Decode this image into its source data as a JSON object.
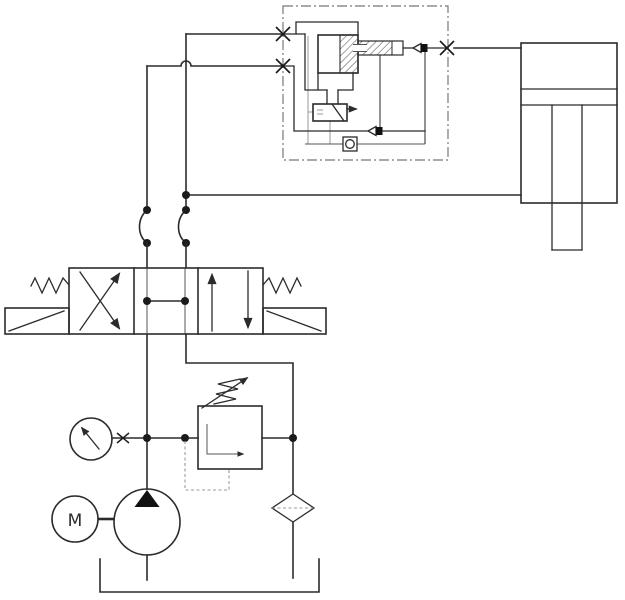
{
  "diagram": {
    "type": "hydraulic-circuit-schematic",
    "labels": {
      "motor": "M"
    },
    "colors": {
      "line": "#2b2b2b",
      "pilot_line": "#9a9a9a",
      "enclosure_border": "#777777",
      "solid_fill": "#111111",
      "background": "#ffffff"
    },
    "components": [
      {
        "name": "pilot-valve-assembly",
        "description": "dash-dot enclosed cartridge unit with sectioned piston, rod, 2-2 valve, two check valves and orifice"
      },
      {
        "name": "test-point-top-icon",
        "symbol": "x-mark"
      },
      {
        "name": "test-point-bottom-icon",
        "symbol": "x-mark"
      },
      {
        "name": "test-point-right-icon",
        "symbol": "x-mark"
      },
      {
        "name": "hydraulic-cylinder",
        "description": "vertical single-rod cylinder, rod extending downward, ports top-left and bottom-left"
      },
      {
        "name": "directional-valve-4-3",
        "description": "three-position directional valve, crossed arrows left, open connected center with junction dots, parallel arrows right, solenoid both ends, centering springs"
      },
      {
        "name": "flexible-hose-left",
        "symbol": "arc-between-dots"
      },
      {
        "name": "flexible-hose-right",
        "symbol": "arc-between-dots"
      },
      {
        "name": "pressure-relief-valve",
        "description": "square body, adjustable spring with arrow, internal flow path, dashed pilot line"
      },
      {
        "name": "pressure-gauge",
        "symbol": "circle-with-needle"
      },
      {
        "name": "gauge-shutoff-icon",
        "symbol": "x-mark-small"
      },
      {
        "name": "electric-motor",
        "label": "M"
      },
      {
        "name": "hydraulic-pump",
        "symbol": "circle-with-filled-triangle-up"
      },
      {
        "name": "filter",
        "symbol": "diamond-with-dashed-element"
      },
      {
        "name": "reservoir-tank",
        "symbol": "open-rectangle"
      }
    ]
  }
}
